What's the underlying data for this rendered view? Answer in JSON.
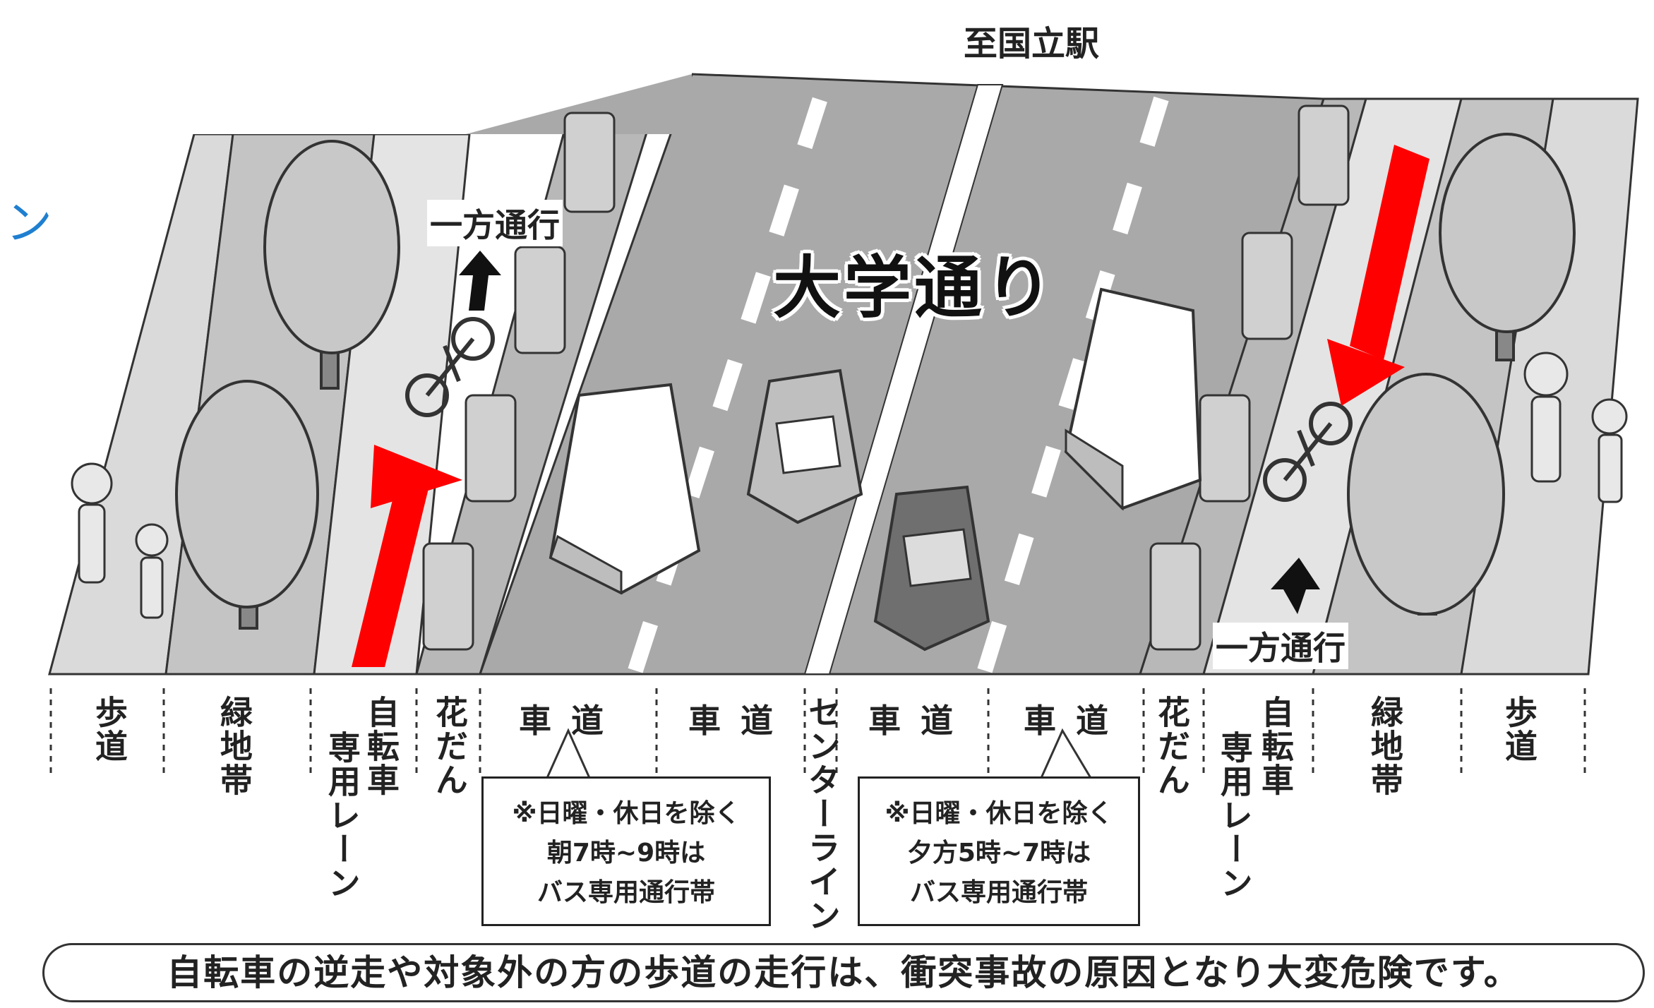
{
  "destination": "至国立駅",
  "road_name": "大学通り",
  "oneway_left": "一方通行",
  "oneway_right": "一方通行",
  "stray_text": "ン",
  "sections": {
    "walkway_l": "歩道",
    "green_l": "緑地帯",
    "bikelane_l_a": "自転車",
    "bikelane_l_b": "専用レーン",
    "flowerbed_l": "花だん",
    "lane1": "車 道",
    "lane2": "車 道",
    "centerline": "センターライン",
    "lane3": "車 道",
    "lane4": "車 道",
    "flowerbed_r": "花だん",
    "bikelane_r_a": "自転車",
    "bikelane_r_b": "専用レーン",
    "green_r": "緑地帯",
    "walkway_r": "歩道"
  },
  "notes": {
    "left": [
      "※日曜・休日を除く",
      "朝7時~9時は",
      "バス専用通行帯"
    ],
    "right": [
      "※日曜・休日を除く",
      "夕方5時~7時は",
      "バス専用通行帯"
    ]
  },
  "warning": "自転車の逆走や対象外の方の歩道の走行は、衝突事故の原因となり大変危険です。",
  "colors": {
    "arrow": "#ff0000",
    "road": "#a8a8a8",
    "green": "#c4c4c4",
    "walkway": "#d8d8d8"
  }
}
